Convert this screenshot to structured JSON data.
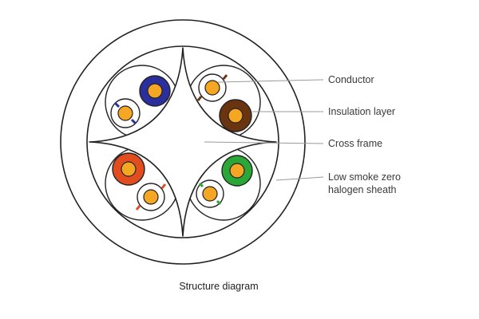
{
  "labels": {
    "conductor": "Conductor",
    "insulation": "Insulation layer",
    "cross_frame": "Cross frame",
    "sheath_line1": "Low smoke zero",
    "sheath_line2": "halogen sheath"
  },
  "caption": "Structure diagram",
  "colors": {
    "outline": "#222222",
    "leader_line": "#999999",
    "conductor": "#f5a623",
    "blue_pair": "#2a2f9c",
    "brown_pair": "#6b3410",
    "green_pair": "#2aa737",
    "orange_pair": "#e24d1f",
    "label_text": "#3a3a3a"
  }
}
